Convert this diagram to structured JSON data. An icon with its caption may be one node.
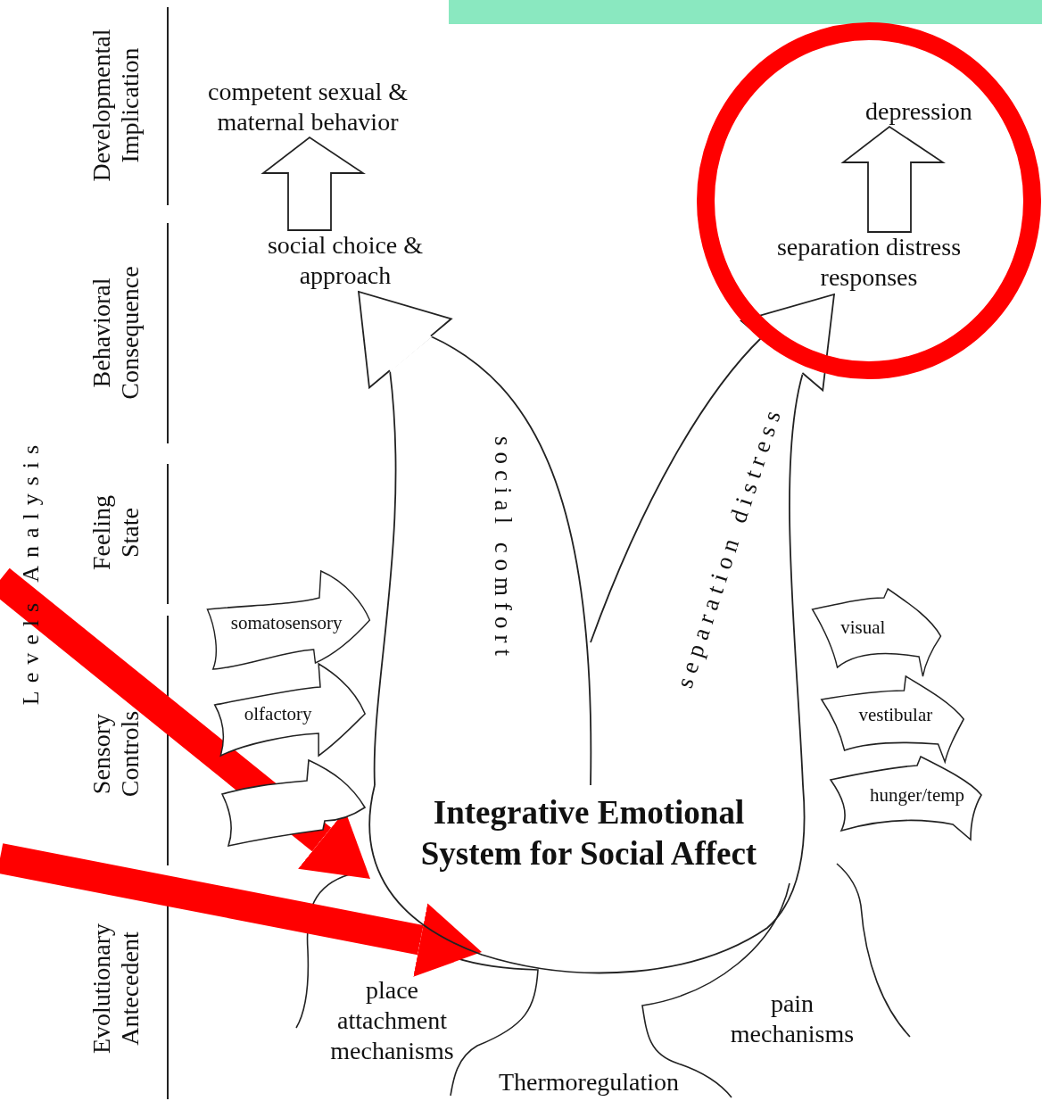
{
  "diagram": {
    "nodes": [
      {
        "text": [
          "competent sexual & maternal behavior"
        ]
      },
      {
        "text": [
          "social choice & approach"
        ]
      },
      {
        "text": [
          "depression"
        ]
      },
      {
        "text": [
          "separation distress responses"
        ]
      },
      {
        "text": [
          "Integrative Emotional System for Social Affect"
        ]
      },
      {
        "text": [
          "somatosensory"
        ]
      },
      {
        "text": [
          "olfactory"
        ]
      },
      {
        "text": [],
        "shape": "arrow"
      },
      {
        "text": [
          "visual"
        ]
      },
      {
        "text": [
          "vestibular"
        ]
      },
      {
        "text": [
          "hunger/temp"
        ]
      }
    ],
    "edges": [
      {
        "from": 1,
        "to": 0,
        "arrow": "to"
      },
      {
        "from": 3,
        "to": 2,
        "arrow": "to"
      },
      {
        "from": 4,
        "to": 1,
        "arrow": "to",
        "label": "social comfort"
      },
      {
        "from": 4,
        "to": 3,
        "arrow": "to",
        "label": "separation distress"
      },
      {
        "from": null,
        "to": 4,
        "arrow": "to",
        "style": "thick",
        "color": "#ff0000"
      },
      {
        "from": null,
        "to": 4,
        "arrow": "to",
        "style": "thick",
        "color": "#ff0000"
      }
    ],
    "labels": [
      "Levels Analysis",
      "Developmental Implication",
      "Behavioral Consequence",
      "Feeling State",
      "Sensory Controls",
      "Evolutionary Antecedent",
      "place attachment mechanisms",
      "Thermoregulation",
      "pain mechanisms"
    ]
  }
}
